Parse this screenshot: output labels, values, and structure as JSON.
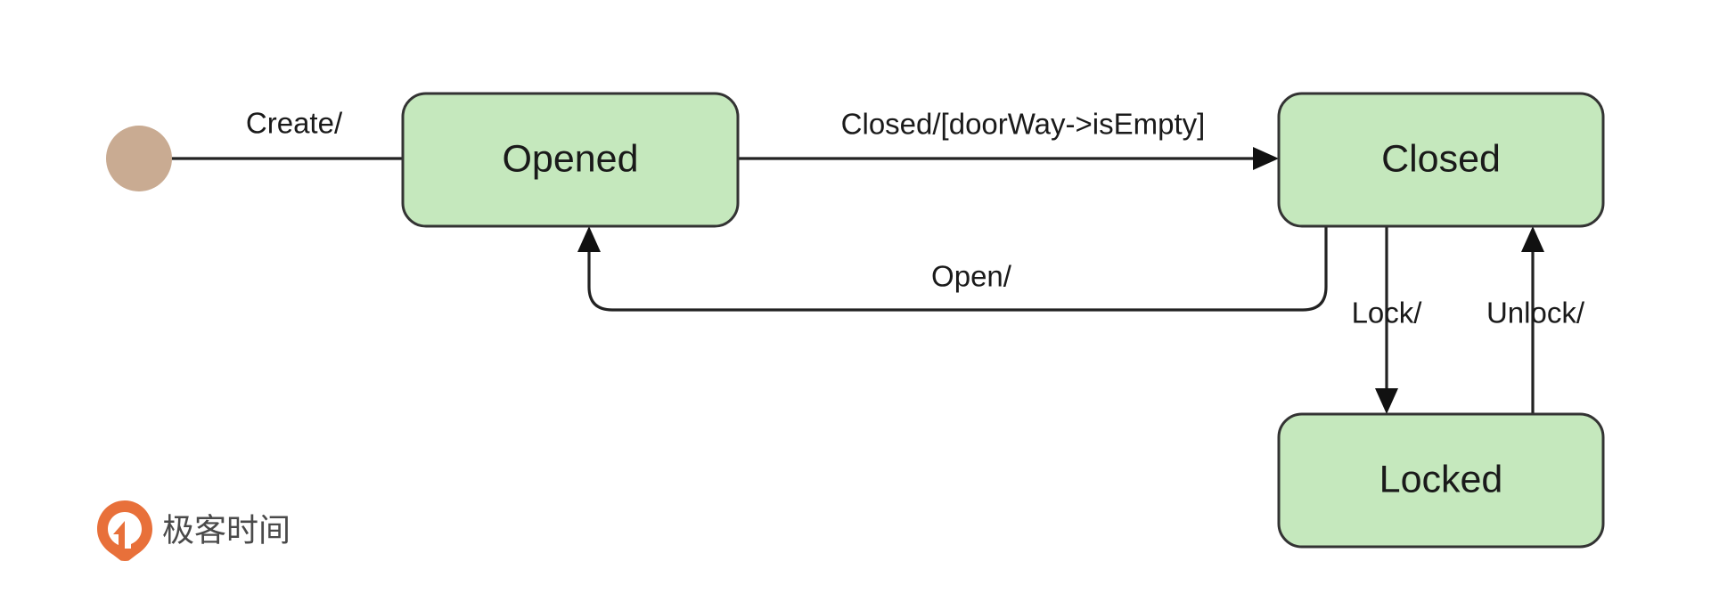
{
  "diagram": {
    "title": "Door State Machine",
    "type": "uml-state-machine",
    "background_color": "#ffffff",
    "state_fill_color": "#c5e8bd",
    "state_border_color": "#333333",
    "initial_node_color": "#c9ab92",
    "edge_color": "#222222",
    "text_color": "#1a1a1a"
  },
  "states": [
    {
      "id": "initial",
      "label": "",
      "shape": "filled-circle"
    },
    {
      "id": "opened",
      "label": "Opened",
      "shape": "rounded-rect"
    },
    {
      "id": "closed",
      "label": "Closed",
      "shape": "rounded-rect"
    },
    {
      "id": "locked",
      "label": "Locked",
      "shape": "rounded-rect"
    }
  ],
  "transitions": [
    {
      "id": "t-create",
      "from": "initial",
      "to": "opened",
      "label": "Create/"
    },
    {
      "id": "t-closed",
      "from": "opened",
      "to": "closed",
      "label": "Closed/[doorWay->isEmpty]"
    },
    {
      "id": "t-open",
      "from": "closed",
      "to": "opened",
      "label": "Open/"
    },
    {
      "id": "t-lock",
      "from": "closed",
      "to": "locked",
      "label": "Lock/"
    },
    {
      "id": "t-unlock",
      "from": "locked",
      "to": "closed",
      "label": "Unlock/"
    }
  ],
  "watermark": {
    "brand_text": "极客时间",
    "mark_color": "#e8703a"
  }
}
